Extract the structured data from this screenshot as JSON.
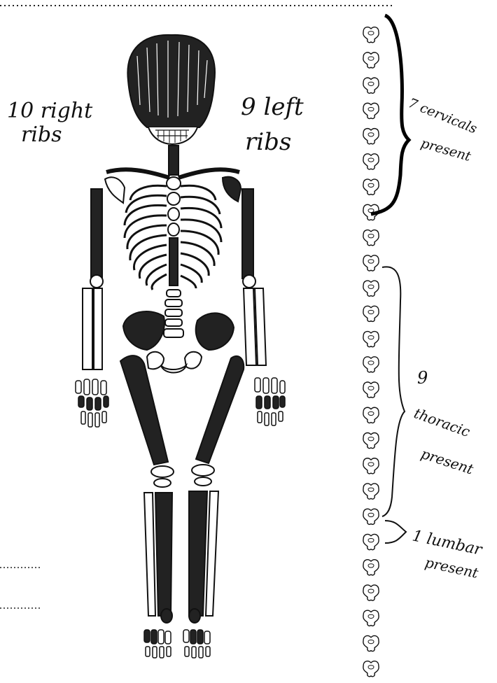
{
  "annotations": {
    "right_ribs": [
      "10 right",
      "ribs"
    ],
    "left_ribs": [
      "9 left",
      "ribs"
    ],
    "cervical": [
      "7 cervicals",
      "present"
    ],
    "thoracic": [
      "9",
      "thoracic",
      "present"
    ],
    "lumbar": [
      "1 lumbar",
      "present"
    ]
  },
  "vertebral_column": {
    "total_icons": 26,
    "cervical_present": 7,
    "thoracic_present": 9,
    "lumbar_present": 1
  },
  "colors": {
    "ink": "#111111",
    "paper": "#ffffff"
  }
}
